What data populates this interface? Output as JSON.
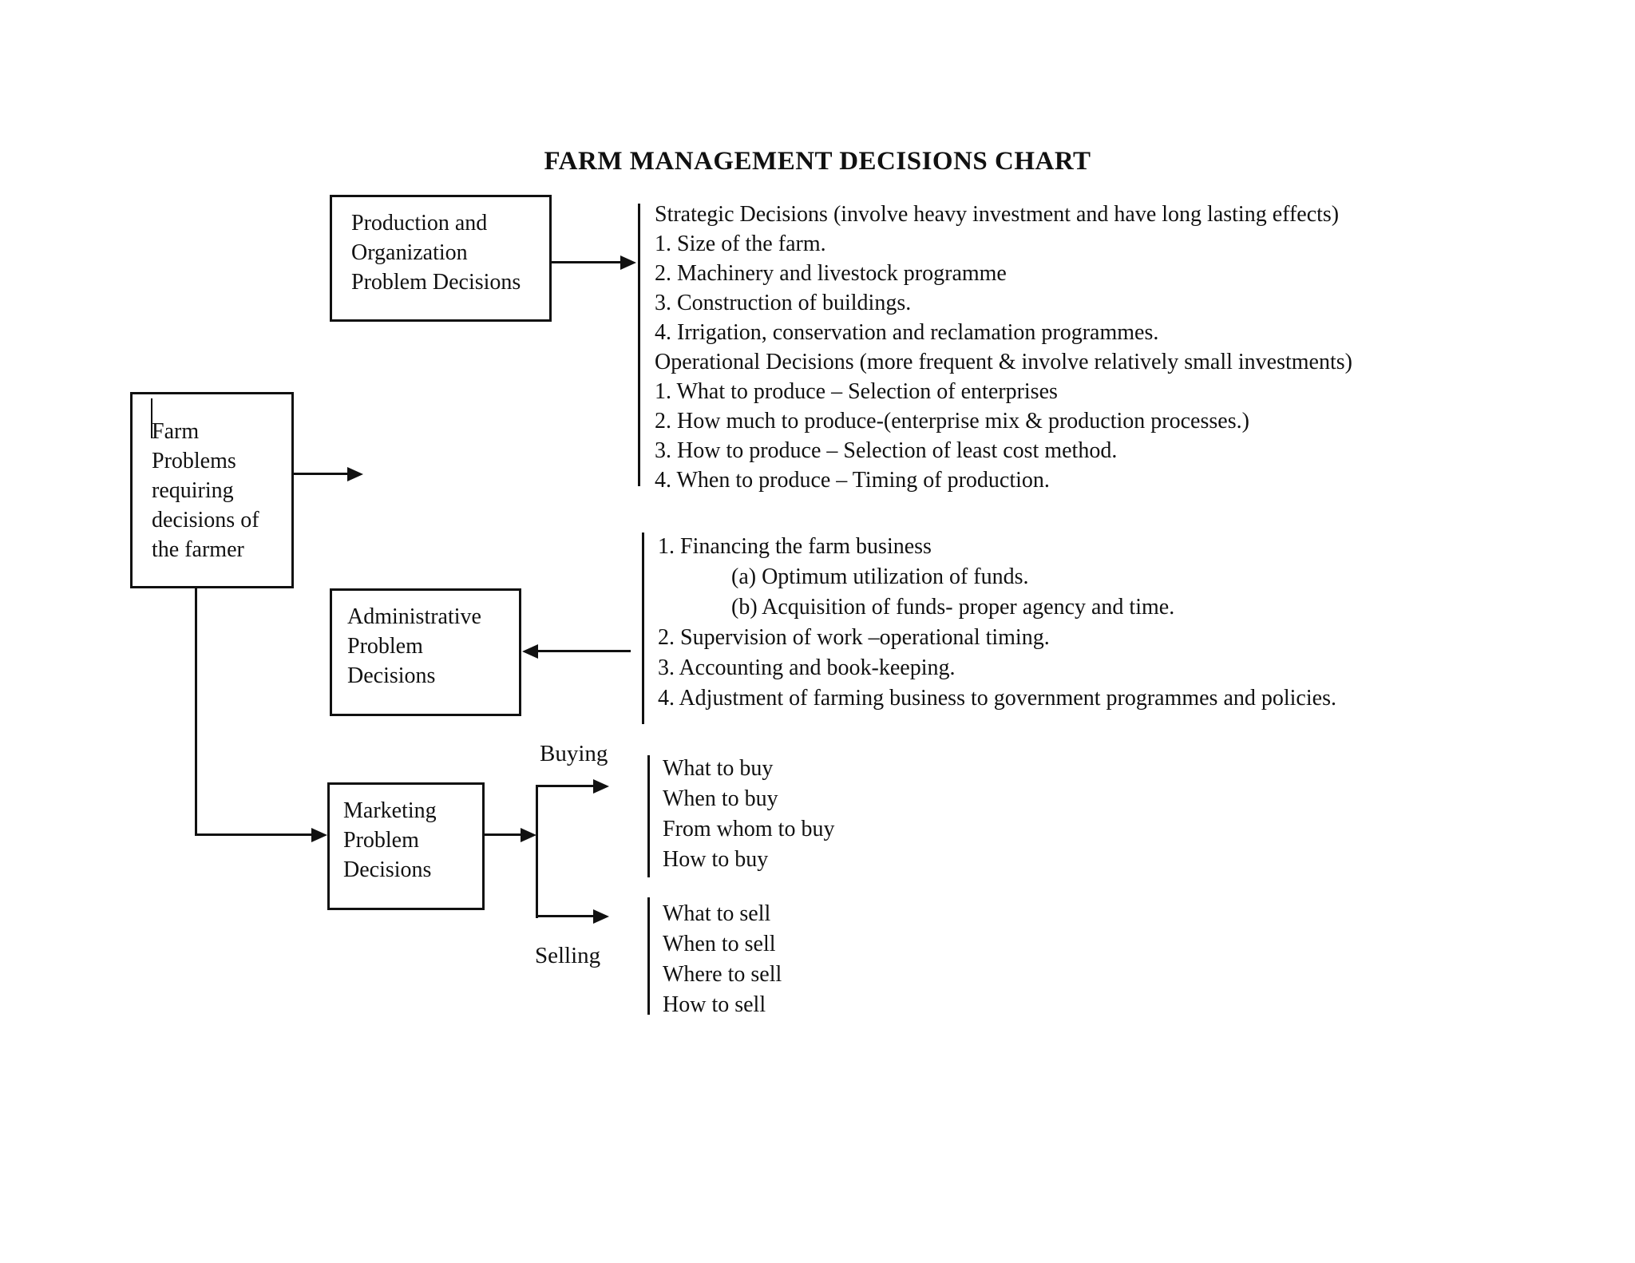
{
  "title": "FARM MANAGEMENT DECISIONS CHART",
  "colors": {
    "ink": "#111111",
    "background": "#ffffff"
  },
  "boxes": {
    "farm": {
      "lines": [
        "Farm",
        "Problems",
        "requiring",
        "decisions of",
        "the farmer"
      ]
    },
    "production": {
      "lines": [
        "Production and",
        "Organization",
        "Problem Decisions"
      ]
    },
    "administrative": {
      "lines": [
        "Administrative",
        "Problem",
        "Decisions"
      ]
    },
    "marketing": {
      "lines": [
        "Marketing",
        "Problem",
        "Decisions"
      ]
    }
  },
  "production_list": {
    "lines": [
      "Strategic Decisions (involve heavy investment and have long lasting effects)",
      "1. Size of the farm.",
      "2. Machinery and livestock programme",
      "3. Construction of buildings.",
      "4. Irrigation, conservation and reclamation programmes.",
      "Operational Decisions (more frequent & involve relatively small investments)",
      "1. What to produce – Selection of enterprises",
      "2. How much to produce-(enterprise mix & production processes.)",
      "3. How to produce – Selection of least cost method.",
      "4. When to produce – Timing of production."
    ]
  },
  "administrative_list": {
    "lines": [
      "1. Financing the farm business",
      "(a) Optimum utilization of funds.",
      "(b) Acquisition of funds- proper agency and time.",
      "2. Supervision of work –operational timing.",
      "3. Accounting and book-keeping.",
      "4. Adjustment of farming business to government programmes and policies."
    ]
  },
  "marketing_branches": {
    "buying": {
      "label": "Buying",
      "lines": [
        "What to buy",
        "When to buy",
        "From whom to buy",
        "How to buy"
      ]
    },
    "selling": {
      "label": "Selling",
      "lines": [
        "What to sell",
        "When to sell",
        "Where to sell",
        "How to sell"
      ]
    }
  }
}
